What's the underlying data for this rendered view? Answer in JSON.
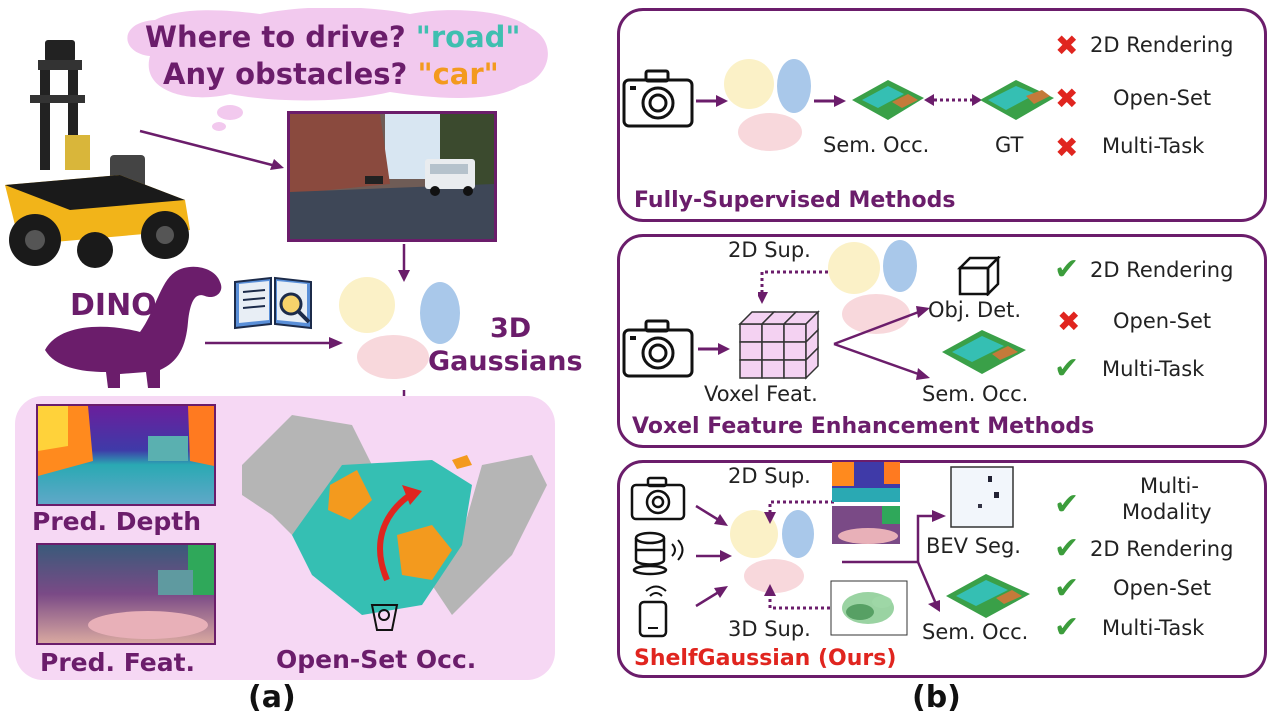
{
  "left": {
    "question_line1_prefix": "Where to drive?",
    "question_line1_answer": "\"road\"",
    "question_line2_prefix": "Any obstacles?",
    "question_line2_answer": "\"car\"",
    "dino": "DINO",
    "gaussians_line1": "3D",
    "gaussians_line2": "Gaussians",
    "pred_depth": "Pred. Depth",
    "pred_feat": "Pred. Feat.",
    "open_set_occ": "Open-Set Occ.",
    "caption": "(a)"
  },
  "right": {
    "caption": "(b)",
    "panel1": {
      "title": "Fully-Supervised Methods",
      "sem_occ": "Sem. Occ.",
      "gt": "GT",
      "rows": [
        {
          "mark": "x",
          "label": "2D Rendering"
        },
        {
          "mark": "x",
          "label": "Open-Set"
        },
        {
          "mark": "x",
          "label": "Multi-Task"
        }
      ]
    },
    "panel2": {
      "title": "Voxel Feature Enhancement Methods",
      "sup_2d": "2D Sup.",
      "voxel_feat": "Voxel Feat.",
      "obj_det": "Obj. Det.",
      "sem_occ": "Sem. Occ.",
      "rows": [
        {
          "mark": "check",
          "label": "2D Rendering"
        },
        {
          "mark": "x",
          "label": "Open-Set"
        },
        {
          "mark": "check",
          "label": "Multi-Task"
        }
      ]
    },
    "panel3": {
      "title": "ShelfGaussian (Ours)",
      "sup_2d": "2D Sup.",
      "sup_3d": "3D Sup.",
      "bev_seg": "BEV Seg.",
      "sem_occ": "Sem. Occ.",
      "multi_line1": "Multi-",
      "multi_line2": "Modality",
      "rows": [
        {
          "mark": "check",
          "label": "2D Rendering"
        },
        {
          "mark": "check",
          "label": "Open-Set"
        },
        {
          "mark": "check",
          "label": "Multi-Task"
        }
      ]
    }
  },
  "colors": {
    "purple": "#6b1d6b",
    "road": "#3fbfb0",
    "car": "#f39a1e",
    "ours": "#e0251f",
    "check": "#3c9d3c",
    "cross": "#e0251f"
  }
}
